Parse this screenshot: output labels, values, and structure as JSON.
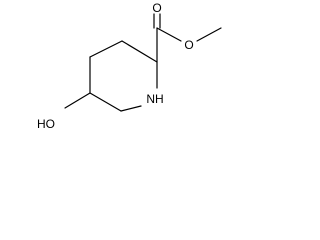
{
  "molecule": {
    "atoms": {
      "carbonyl_oxygen": "O",
      "ester_oxygen": "O",
      "ring_nitrogen": "NH",
      "hydroxyl": "HO"
    }
  },
  "colors": {
    "bond": "#000000",
    "text": "#000000",
    "background": "#ffffff"
  }
}
